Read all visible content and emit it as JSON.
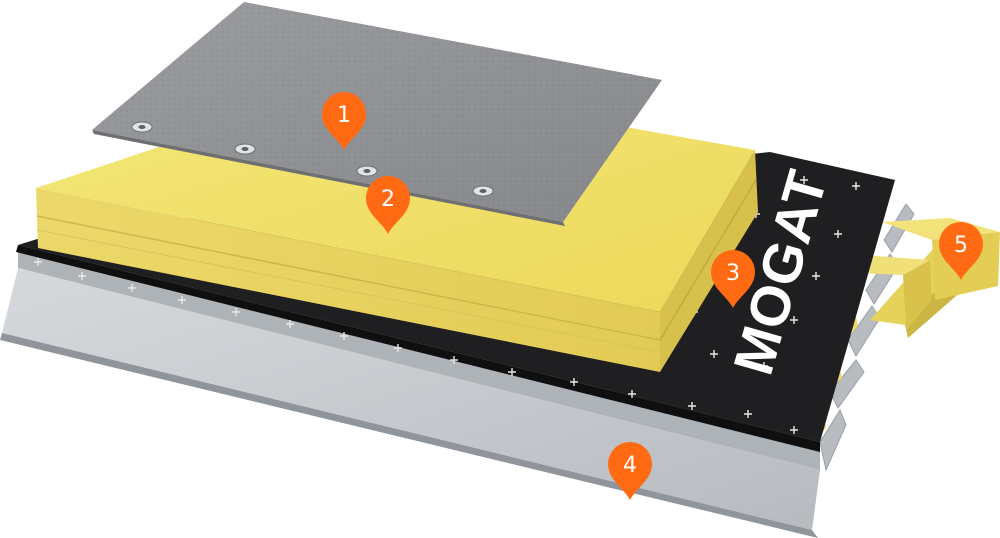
{
  "brand": {
    "name": "MOGAT"
  },
  "markers": [
    {
      "number": "1",
      "layer": "membrane"
    },
    {
      "number": "2",
      "layer": "insulation"
    },
    {
      "number": "3",
      "layer": "vapour-barrier"
    },
    {
      "number": "4",
      "layer": "metal-deck"
    },
    {
      "number": "5",
      "layer": "support-beams"
    }
  ],
  "colors": {
    "marker": "#ff6a13",
    "membrane": "#8f9194",
    "insulation": "#f2e56b",
    "insulation_side": "#e5cf52",
    "barrier": "#1d1d1f",
    "deck": "#c9cdd1",
    "deck_shadow": "#a4a9ae"
  }
}
